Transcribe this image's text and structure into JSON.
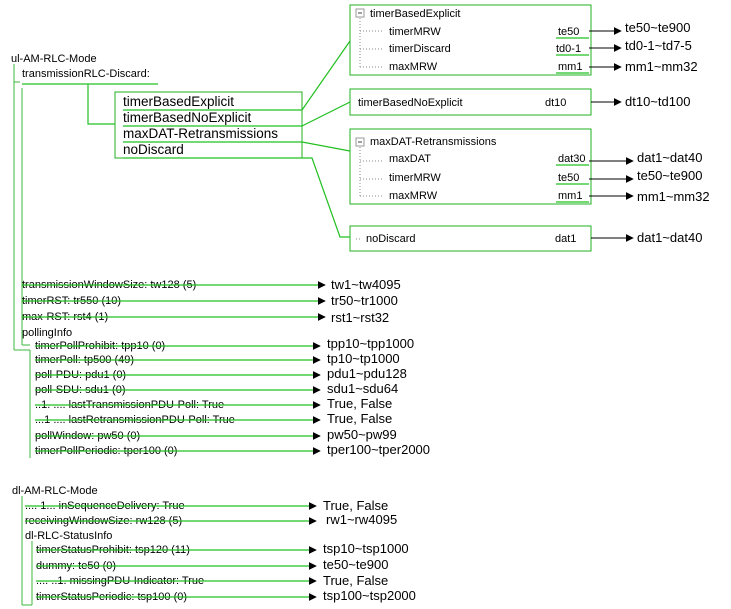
{
  "ul": {
    "root": "ul-AM-RLC-Mode",
    "discard": "transmissionRLC-Discard:",
    "choices": [
      "timerBasedExplicit",
      "timerBasedNoExplicit",
      "maxDAT-Retransmissions",
      "noDiscard"
    ],
    "explicit": {
      "title": "timerBasedExplicit",
      "rows": [
        {
          "name": "timerMRW",
          "val": "te50",
          "range": "te50~te900"
        },
        {
          "name": "timerDiscard",
          "val": "td0-1",
          "range": "td0-1~td7-5"
        },
        {
          "name": "maxMRW",
          "val": "mm1",
          "range": "mm1~mm32"
        }
      ]
    },
    "noexplicit": {
      "title": "timerBasedNoExplicit",
      "val": "dt10",
      "range": "dt10~td100"
    },
    "maxdat": {
      "title": "maxDAT-Retransmissions",
      "rows": [
        {
          "name": "maxDAT",
          "val": "dat30",
          "range": "dat1~dat40"
        },
        {
          "name": "timerMRW",
          "val": "te50",
          "range": "te50~te900"
        },
        {
          "name": "maxMRW",
          "val": "mm1",
          "range": "mm1~mm32"
        }
      ]
    },
    "nodiscard": {
      "title": "noDiscard",
      "val": "dat1",
      "range": "dat1~dat40"
    },
    "params": [
      {
        "label": "transmissionWindowSize: tw128 (5)",
        "range": "tw1~tw4095"
      },
      {
        "label": "timerRST: tr550 (10)",
        "range": "tr50~tr1000"
      },
      {
        "label": "max-RST: rst4 (1)",
        "range": "rst1~rst32"
      }
    ],
    "polling_title": "pollingInfo",
    "polling": [
      {
        "label": "timerPollProhibit: tpp10 (0)",
        "range": "tpp10~tpp1000"
      },
      {
        "label": "timerPoll: tp500 (49)",
        "range": "tp10~tp1000"
      },
      {
        "label": "poll-PDU: pdu1 (0)",
        "range": "pdu1~pdu128"
      },
      {
        "label": "poll-SDU: sdu1 (0)",
        "range": "sdu1~sdu64"
      },
      {
        "label": "..1. .... lastTransmissionPDU-Poll: True",
        "range": "True, False"
      },
      {
        "label": "...1 .... lastRetransmissionPDU-Poll: True",
        "range": "True, False"
      },
      {
        "label": "pollWindow: pw50 (0)",
        "range": "pw50~pw99"
      },
      {
        "label": "timerPollPeriodic: tper100 (0)",
        "range": "tper100~tper2000"
      }
    ]
  },
  "dl": {
    "root": "dl-AM-RLC-Mode",
    "params": [
      {
        "label": ".... 1... inSequenceDelivery: True",
        "range": "True, False"
      },
      {
        "label": "receivingWindowSize: rw128 (5)",
        "range": "rw1~rw4095"
      }
    ],
    "status_title": "dl-RLC-StatusInfo",
    "status": [
      {
        "label": "timerStatusProhibit: tsp120 (11)",
        "range": "tsp10~tsp1000"
      },
      {
        "label": "dummy: te50 (0)",
        "range": "te50~te900"
      },
      {
        "label": ".... ..1. missingPDU-Indicator: True",
        "range": "True, False"
      },
      {
        "label": "timerStatusPeriodic: tsp100 (0)",
        "range": "tsp100~tsp2000"
      }
    ]
  },
  "colors": {
    "line": "#22c022",
    "box": "#22b222"
  }
}
